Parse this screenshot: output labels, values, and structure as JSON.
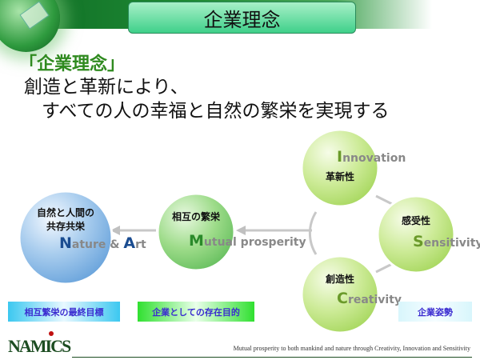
{
  "header": {
    "title": "企業理念"
  },
  "body": {
    "heading": "「企業理念」",
    "line1": "創造と革新により、",
    "line2": "すべての人の幸福と自然の繁栄を実現する"
  },
  "circles": {
    "nature": {
      "jp1": "自然と人間の",
      "jp2": "共存共栄",
      "en_initial1": "N",
      "en_rest1": "ature & ",
      "en_initial2": "A",
      "en_rest2": "rt"
    },
    "mutual": {
      "jp": "相互の繁栄",
      "en_initial": "M",
      "en_rest": "utual prosperity"
    },
    "innovation": {
      "jp": "革新性",
      "en_initial": "I",
      "en_rest": "nnovation"
    },
    "sensitivity": {
      "jp": "感受性",
      "en_initial": "S",
      "en_rest": "ensitivity"
    },
    "creativity": {
      "jp": "創造性",
      "en_initial": "C",
      "en_rest": "reativity"
    }
  },
  "labels": [
    "相互繁栄の最終目標",
    "企業としての存在目的",
    "企業姿勢"
  ],
  "footer": {
    "logo": "NAMICS",
    "tagline": "Mutual prosperity to both mankind and nature through Creativity, Innovation and Sensitivity"
  }
}
